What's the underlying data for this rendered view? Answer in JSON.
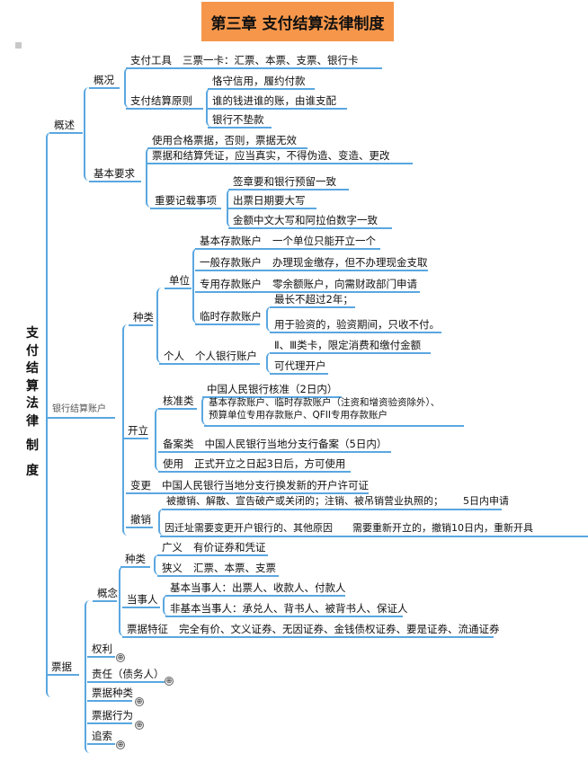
{
  "title": "第三章 支付结算法律制度",
  "root": [
    "支",
    "付",
    "结",
    "算",
    "法",
    "律",
    "制",
    "度"
  ],
  "overview": {
    "label": "概述",
    "general": {
      "label": "概况",
      "tools": {
        "label": "支付工具",
        "value": "三票一卡：汇票、本票、支票、银行卡"
      },
      "principles": {
        "label": "支付结算原则",
        "items": [
          "恪守信用，履约付款",
          "谁的钱进谁的账，由谁支配",
          "银行不垫款"
        ]
      }
    },
    "requirements": {
      "label": "基本要求",
      "items": [
        "使用合格票据，否则，票据无效",
        "票据和结算凭证，应当真实，不得伪造、变造、更改"
      ],
      "records": {
        "label": "重要记载事项",
        "items": [
          "签章要和银行预留一致",
          "出票日期要大写",
          "金额中文大写和阿拉伯数字一致"
        ]
      }
    }
  },
  "accounts": {
    "label": "银行结算账户",
    "types": {
      "label": "种类",
      "unit": {
        "label": "单位",
        "items": [
          {
            "label": "基本存款账户",
            "value": "一个单位只能开立一个"
          },
          {
            "label": "一般存款账户",
            "value": "办理现金缴存，但不办理现金支取"
          },
          {
            "label": "专用存款账户",
            "value": "零余额账户，向需财政部门申请"
          }
        ],
        "temporary": {
          "label": "临时存款账户",
          "items": [
            "最长不超过2年；",
            "用于验资的，验资期间，只收不付。"
          ]
        }
      },
      "personal": {
        "label": "个人",
        "account": "个人银行账户",
        "items": [
          "Ⅱ、Ⅲ类卡，限定消费和缴付金额",
          "可代理开户"
        ]
      }
    },
    "open": {
      "label": "开立",
      "approval": {
        "label": "核准类",
        "items": [
          "中国人民银行核准（2日内）",
          "基本存款账户、临时存款账户（注资和增资验资除外）、",
          "预算单位专用存款账户、QFII专用存款账户"
        ]
      },
      "filing": {
        "label": "备案类",
        "value": "中国人民银行当地分支行备案（5日内）"
      },
      "use": {
        "label": "使用",
        "value": "正式开立之日起3日后，方可使用"
      }
    },
    "change": {
      "label": "变更",
      "value": "中国人民银行当地分支行换发新的开户许可证"
    },
    "cancel": {
      "label": "撤销",
      "items": [
        {
          "label": "被撤销、解散、宣告破产或关闭的；注销、被吊销营业执照的；",
          "value": "5日内申请"
        },
        {
          "label": "因迁址需要变更开户银行的、其他原因",
          "value": "需要重新开立的，撤销10日内，重新开具"
        }
      ]
    }
  },
  "bills": {
    "label": "票据",
    "concept": {
      "label": "概念",
      "kinds": {
        "label": "种类",
        "items": [
          {
            "label": "广义",
            "value": "有价证券和凭证"
          },
          {
            "label": "狭义",
            "value": "汇票、本票、支票"
          }
        ]
      },
      "parties": {
        "label": "当事人",
        "items": [
          "基本当事人：出票人、收款人、付款人",
          "非基本当事人：承兑人、背书人、被背书人、保证人"
        ]
      },
      "features": {
        "label": "票据特征",
        "value": "完全有价、文义证券、无因证券、金钱债权证券、要是证券、流通证券"
      }
    },
    "collapsed": [
      "权利",
      "责任（债务人）",
      "票据种类",
      "票据行为",
      "追索"
    ],
    "expand_icon": "⊕"
  },
  "colors": {
    "accent": "#5aa7e0",
    "title_bg": "#f5964a"
  }
}
